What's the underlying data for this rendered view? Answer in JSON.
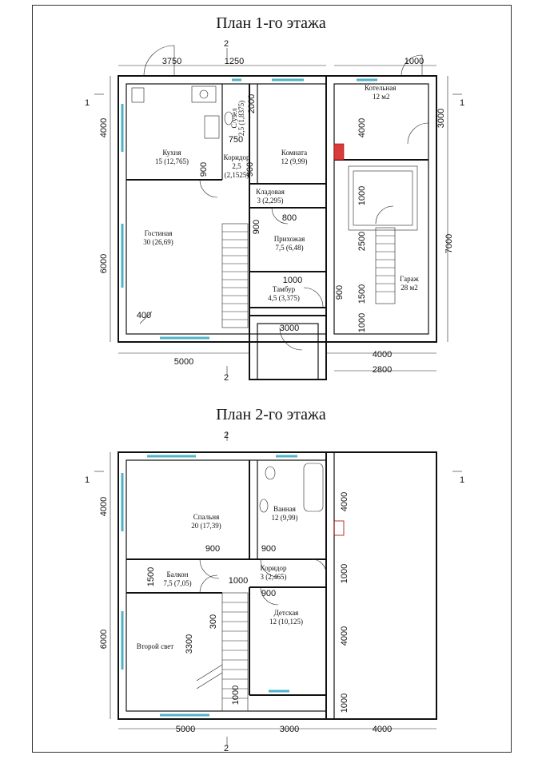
{
  "plan1": {
    "title": "План 1-го этажа",
    "rooms": {
      "kitchen": "Кухня",
      "kitchen_area": "15 (12,765)",
      "bathroom": "С/узел",
      "bathroom_area": "2,5 (1,8375)",
      "corridor": "Коридор",
      "corridor_area": "2,5",
      "corridor_area2": "(2,1525)",
      "room": "Комната",
      "room_area": "12 (9,99)",
      "boiler": "Котельная",
      "boiler_area": "12 м2",
      "pantry": "Кладовая",
      "pantry_area": "3 (2,295)",
      "living": "Гостиная",
      "living_area": "30 (26,69)",
      "hall": "Прихожая",
      "hall_area": "7,5 (6,48)",
      "vestibule": "Тамбур",
      "vestibule_area": "4,5 (3,375)",
      "garage": "Гараж",
      "garage_area": "28 м2"
    },
    "dims": {
      "top1": "3750",
      "top2": "1250",
      "top3": "1000",
      "left1": "4000",
      "left2": "6000",
      "right1": "3000",
      "right2": "7000",
      "bottom1": "5000",
      "bottom2": "4000",
      "bottom3": "2800",
      "i2000": "2000",
      "i750": "750",
      "i900a": "900",
      "i900b": "900",
      "i900c": "900",
      "i800": "800",
      "i1000a": "1000",
      "i1000b": "1000",
      "i1000c": "1000",
      "i3000": "3000",
      "i4000": "4000",
      "i2500": "2500",
      "i1500": "1500",
      "i400": "400"
    },
    "axes": {
      "a1l": "1",
      "a1r": "1",
      "a2t": "2",
      "a2b": "2"
    }
  },
  "plan2": {
    "title": "План 2-го этажа",
    "rooms": {
      "bedroom": "Спальня",
      "bedroom_area": "20 (17,39)",
      "bath": "Ванная",
      "bath_area": "12 (9,99)",
      "balcony": "Балкон",
      "balcony_area": "7,5 (7,05)",
      "corridor": "Коридор",
      "corridor_area": "3 (2,465)",
      "nursery": "Детская",
      "nursery_area": "12 (10,125)",
      "second_light": "Второй свет"
    },
    "dims": {
      "left1": "4000",
      "left2": "6000",
      "bottom1": "5000",
      "bottom2": "3000",
      "bottom3": "4000",
      "i900a": "900",
      "i900b": "900",
      "i900c": "900",
      "i1500": "1500",
      "i1000a": "1000",
      "i1000b": "1000",
      "i1000c": "1000",
      "i1000d": "1000",
      "i4000a": "4000",
      "i4000b": "4000",
      "i3300": "3300",
      "i300": "300"
    },
    "axes": {
      "a1l": "1",
      "a1r": "1",
      "a2t": "2",
      "a2b": "2"
    }
  }
}
